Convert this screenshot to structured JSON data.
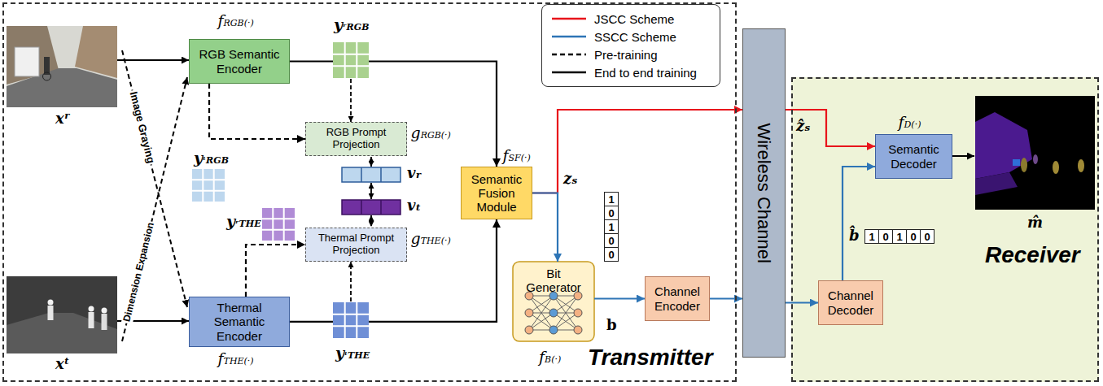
{
  "diagram": {
    "nodes": [
      {
        "text": [
          "Transmitter"
        ]
      },
      {
        "text": [
          "fRGB(·)",
          "RGB Semantic Encoder"
        ],
        "in": 0
      },
      {
        "text": [
          "RGB Prompt Projection",
          "gRGB(·)"
        ],
        "in": 0
      },
      {
        "text": [
          "fSF(·)",
          "Semantic Fusion Module"
        ],
        "in": 0
      },
      {
        "text": [
          "Thermal Prompt Projection",
          "gTHE(·)"
        ],
        "in": 0
      },
      {
        "text": [
          "Thermal Semantic Encoder",
          "fTHE(·)"
        ],
        "in": 0
      },
      {
        "text": [
          "Bit Generator",
          "fB(·)"
        ],
        "in": 0
      },
      {
        "text": [
          "Channel Encoder"
        ],
        "in": 0
      },
      {
        "text": [
          "Wireless Channel"
        ]
      },
      {
        "text": [
          "Receiver"
        ]
      },
      {
        "text": [
          "fD(·)",
          "Semantic Decoder"
        ],
        "in": 9
      },
      {
        "text": [
          "Channel Decoder"
        ],
        "in": 9
      }
    ],
    "edges": [
      {
        "from": 1,
        "to": 3,
        "arrow": "to"
      },
      {
        "from": 1,
        "to": 2,
        "arrow": "to"
      },
      {
        "from": 3,
        "to": 8,
        "arrow": "to"
      },
      {
        "from": 3,
        "to": 6,
        "arrow": "to"
      },
      {
        "from": 6,
        "to": 7,
        "arrow": "to"
      },
      {
        "from": 7,
        "to": 8,
        "arrow": "to"
      },
      {
        "from": 8,
        "to": 11,
        "arrow": "to"
      },
      {
        "from": 8,
        "to": 10,
        "arrow": "to"
      },
      {
        "from": 11,
        "to": 10,
        "arrow": "to"
      },
      {
        "from": 5,
        "to": 3,
        "arrow": "to"
      },
      {
        "from": 5,
        "to": 4,
        "arrow": "to"
      }
    ],
    "labels": [
      "xʳ",
      "Image Graying",
      "Dimension Expansion",
      "yʳRGB",
      "yᵗRGB",
      "yʳTHE",
      "yᵗTHE",
      "vᵣ",
      "vₜ",
      "zₛ",
      "b",
      "ẑₛ",
      "b̂",
      "m̂",
      "1",
      "0",
      "1",
      "0",
      "0",
      "1",
      "0",
      "1",
      "0",
      "0",
      "xᵗ"
    ],
    "legend": [
      {
        "text": "JSCC Scheme"
      },
      {
        "text": "SSCC Scheme"
      },
      {
        "text": "Pre-training"
      },
      {
        "text": "End to end training"
      }
    ]
  }
}
